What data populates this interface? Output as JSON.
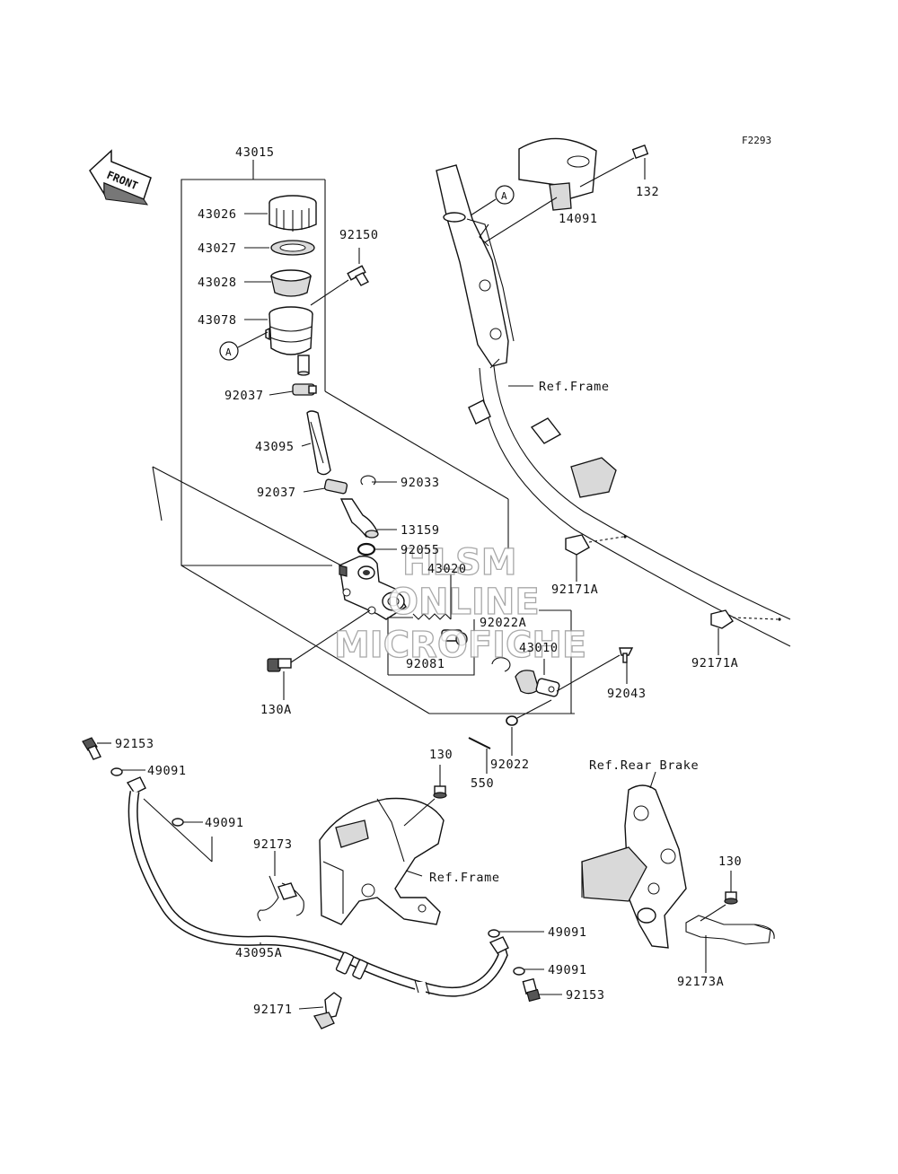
{
  "figure_code": "F2293",
  "front_label": "FRONT",
  "reference_letter": "A",
  "watermark": {
    "line1": "HLSM",
    "line2": "ONLINE",
    "line3": "MICROFICHE"
  },
  "reference_labels": {
    "frame_upper": "Ref.Frame",
    "frame_lower": "Ref.Frame",
    "rear_brake": "Ref.Rear Brake"
  },
  "parts": {
    "p43015": "43015",
    "p43026": "43026",
    "p43027": "43027",
    "p43028": "43028",
    "p43078": "43078",
    "p92150": "92150",
    "p92037a": "92037",
    "p43095": "43095",
    "p92037b": "92037",
    "p92033": "92033",
    "p13159": "13159",
    "p92055": "92055",
    "p43020": "43020",
    "p92022A": "92022A",
    "p92081": "92081",
    "p43010": "43010",
    "p92043": "92043",
    "p130A": "130A",
    "p92022": "92022",
    "p550": "550",
    "p132": "132",
    "p14091": "14091",
    "p92171Aa": "92171A",
    "p92171Ab": "92171A",
    "p92153a": "92153",
    "p49091a": "49091",
    "p49091b": "49091",
    "p130b": "130",
    "p92173": "92173",
    "p43095A": "43095A",
    "p92171": "92171",
    "p49091c": "49091",
    "p49091d": "49091",
    "p92153b": "92153",
    "p130c": "130",
    "p92173A": "92173A"
  }
}
